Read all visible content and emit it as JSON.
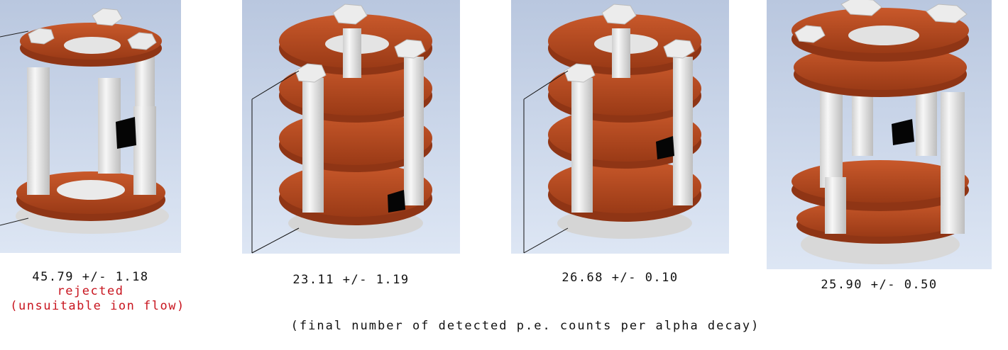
{
  "configurations": [
    {
      "result": "45.79 +/- 1.18",
      "status": "rejected",
      "reason": "(unsuitable ion flow)"
    },
    {
      "result": "23.11 +/- 1.19"
    },
    {
      "result": "26.68 +/- 0.10"
    },
    {
      "result": "25.90 +/- 0.50"
    }
  ],
  "footnote": "(final number of detected p.e. counts per alpha decay)",
  "colors": {
    "disk": "#b84b22",
    "disk_dark": "#8f3515",
    "pillar": "#e6e6e6",
    "background": "#ccd9ee",
    "rejected_text": "#c8141e"
  }
}
